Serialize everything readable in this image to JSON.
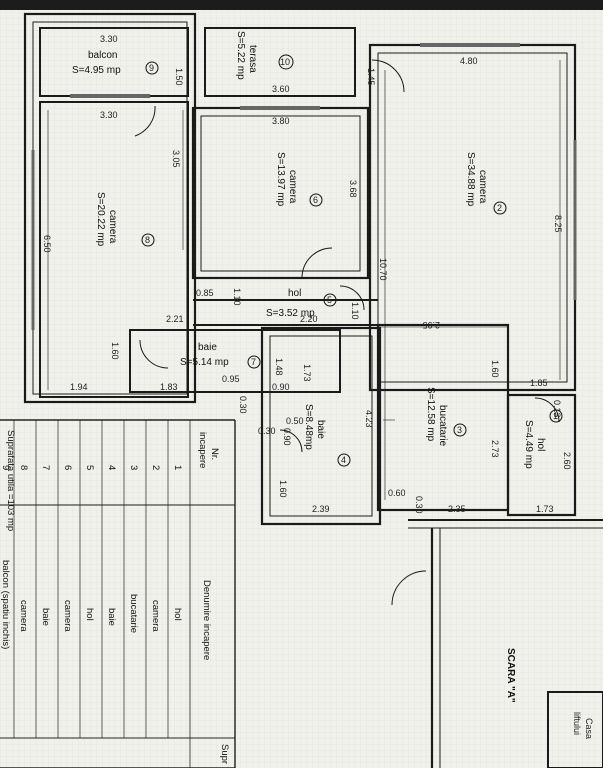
{
  "rooms": [
    {
      "num": "9",
      "name": "balcon",
      "area": "S=4.95 mp"
    },
    {
      "num": "10",
      "name": "terasa",
      "area": "S=5.22 mp"
    },
    {
      "num": "2",
      "name": "camera",
      "area": "S=34.88 mp"
    },
    {
      "num": "6",
      "name": "camera",
      "area": "S=13.97 mp"
    },
    {
      "num": "8",
      "name": "camera",
      "area": "S=20.22 mp"
    },
    {
      "num": "5",
      "name": "hol",
      "area": "S=3.52 mp"
    },
    {
      "num": "7",
      "name": "baie",
      "area": "S=5.14 mp"
    },
    {
      "num": "3",
      "name": "bucatarie",
      "area": "S=12.58 mp"
    },
    {
      "num": "4",
      "name": "baie",
      "area": "S=8.48mp"
    },
    {
      "num": "1",
      "name": "hol",
      "area": "S=4.49 mp"
    }
  ],
  "dimensions": [
    "3.30",
    "1.50",
    "1.45",
    "3.60",
    "4.80",
    "3.30",
    "3.80",
    "3.05",
    "3.68",
    "8.25",
    "6.50",
    "10.70",
    "0.85",
    "1.10",
    "1.10",
    "2.21",
    "2.20",
    "2.95",
    "1.60",
    "1.48",
    "1.73",
    "1.60",
    "1.85",
    "1.94",
    "1.83",
    "0.95",
    "0.30",
    "0.90",
    "0.13",
    "0.50",
    "4.23",
    "0.30",
    "0.90",
    "2.73",
    "2.60",
    "1.60",
    "0.60",
    "0.30",
    "2.35",
    "1.73",
    "2.39"
  ],
  "table": {
    "col_nr_line1": "Nr.",
    "col_nr_line2": "incapere",
    "col_name": "Denumire incapere",
    "col_area": "Supr",
    "rows": [
      {
        "nr": "1",
        "name": "hol"
      },
      {
        "nr": "2",
        "name": "camera"
      },
      {
        "nr": "3",
        "name": "bucatarie"
      },
      {
        "nr": "4",
        "name": "baie"
      },
      {
        "nr": "5",
        "name": "hol"
      },
      {
        "nr": "6",
        "name": "camera"
      },
      {
        "nr": "7",
        "name": "baie"
      },
      {
        "nr": "8",
        "name": "camera"
      },
      {
        "nr": "9",
        "name": "balcon (spatiu inchis)"
      }
    ],
    "total": "Suprafata utila =103 mp"
  },
  "stair": "SCARA  \"A\"",
  "lift": [
    "Casa",
    "liftului"
  ]
}
